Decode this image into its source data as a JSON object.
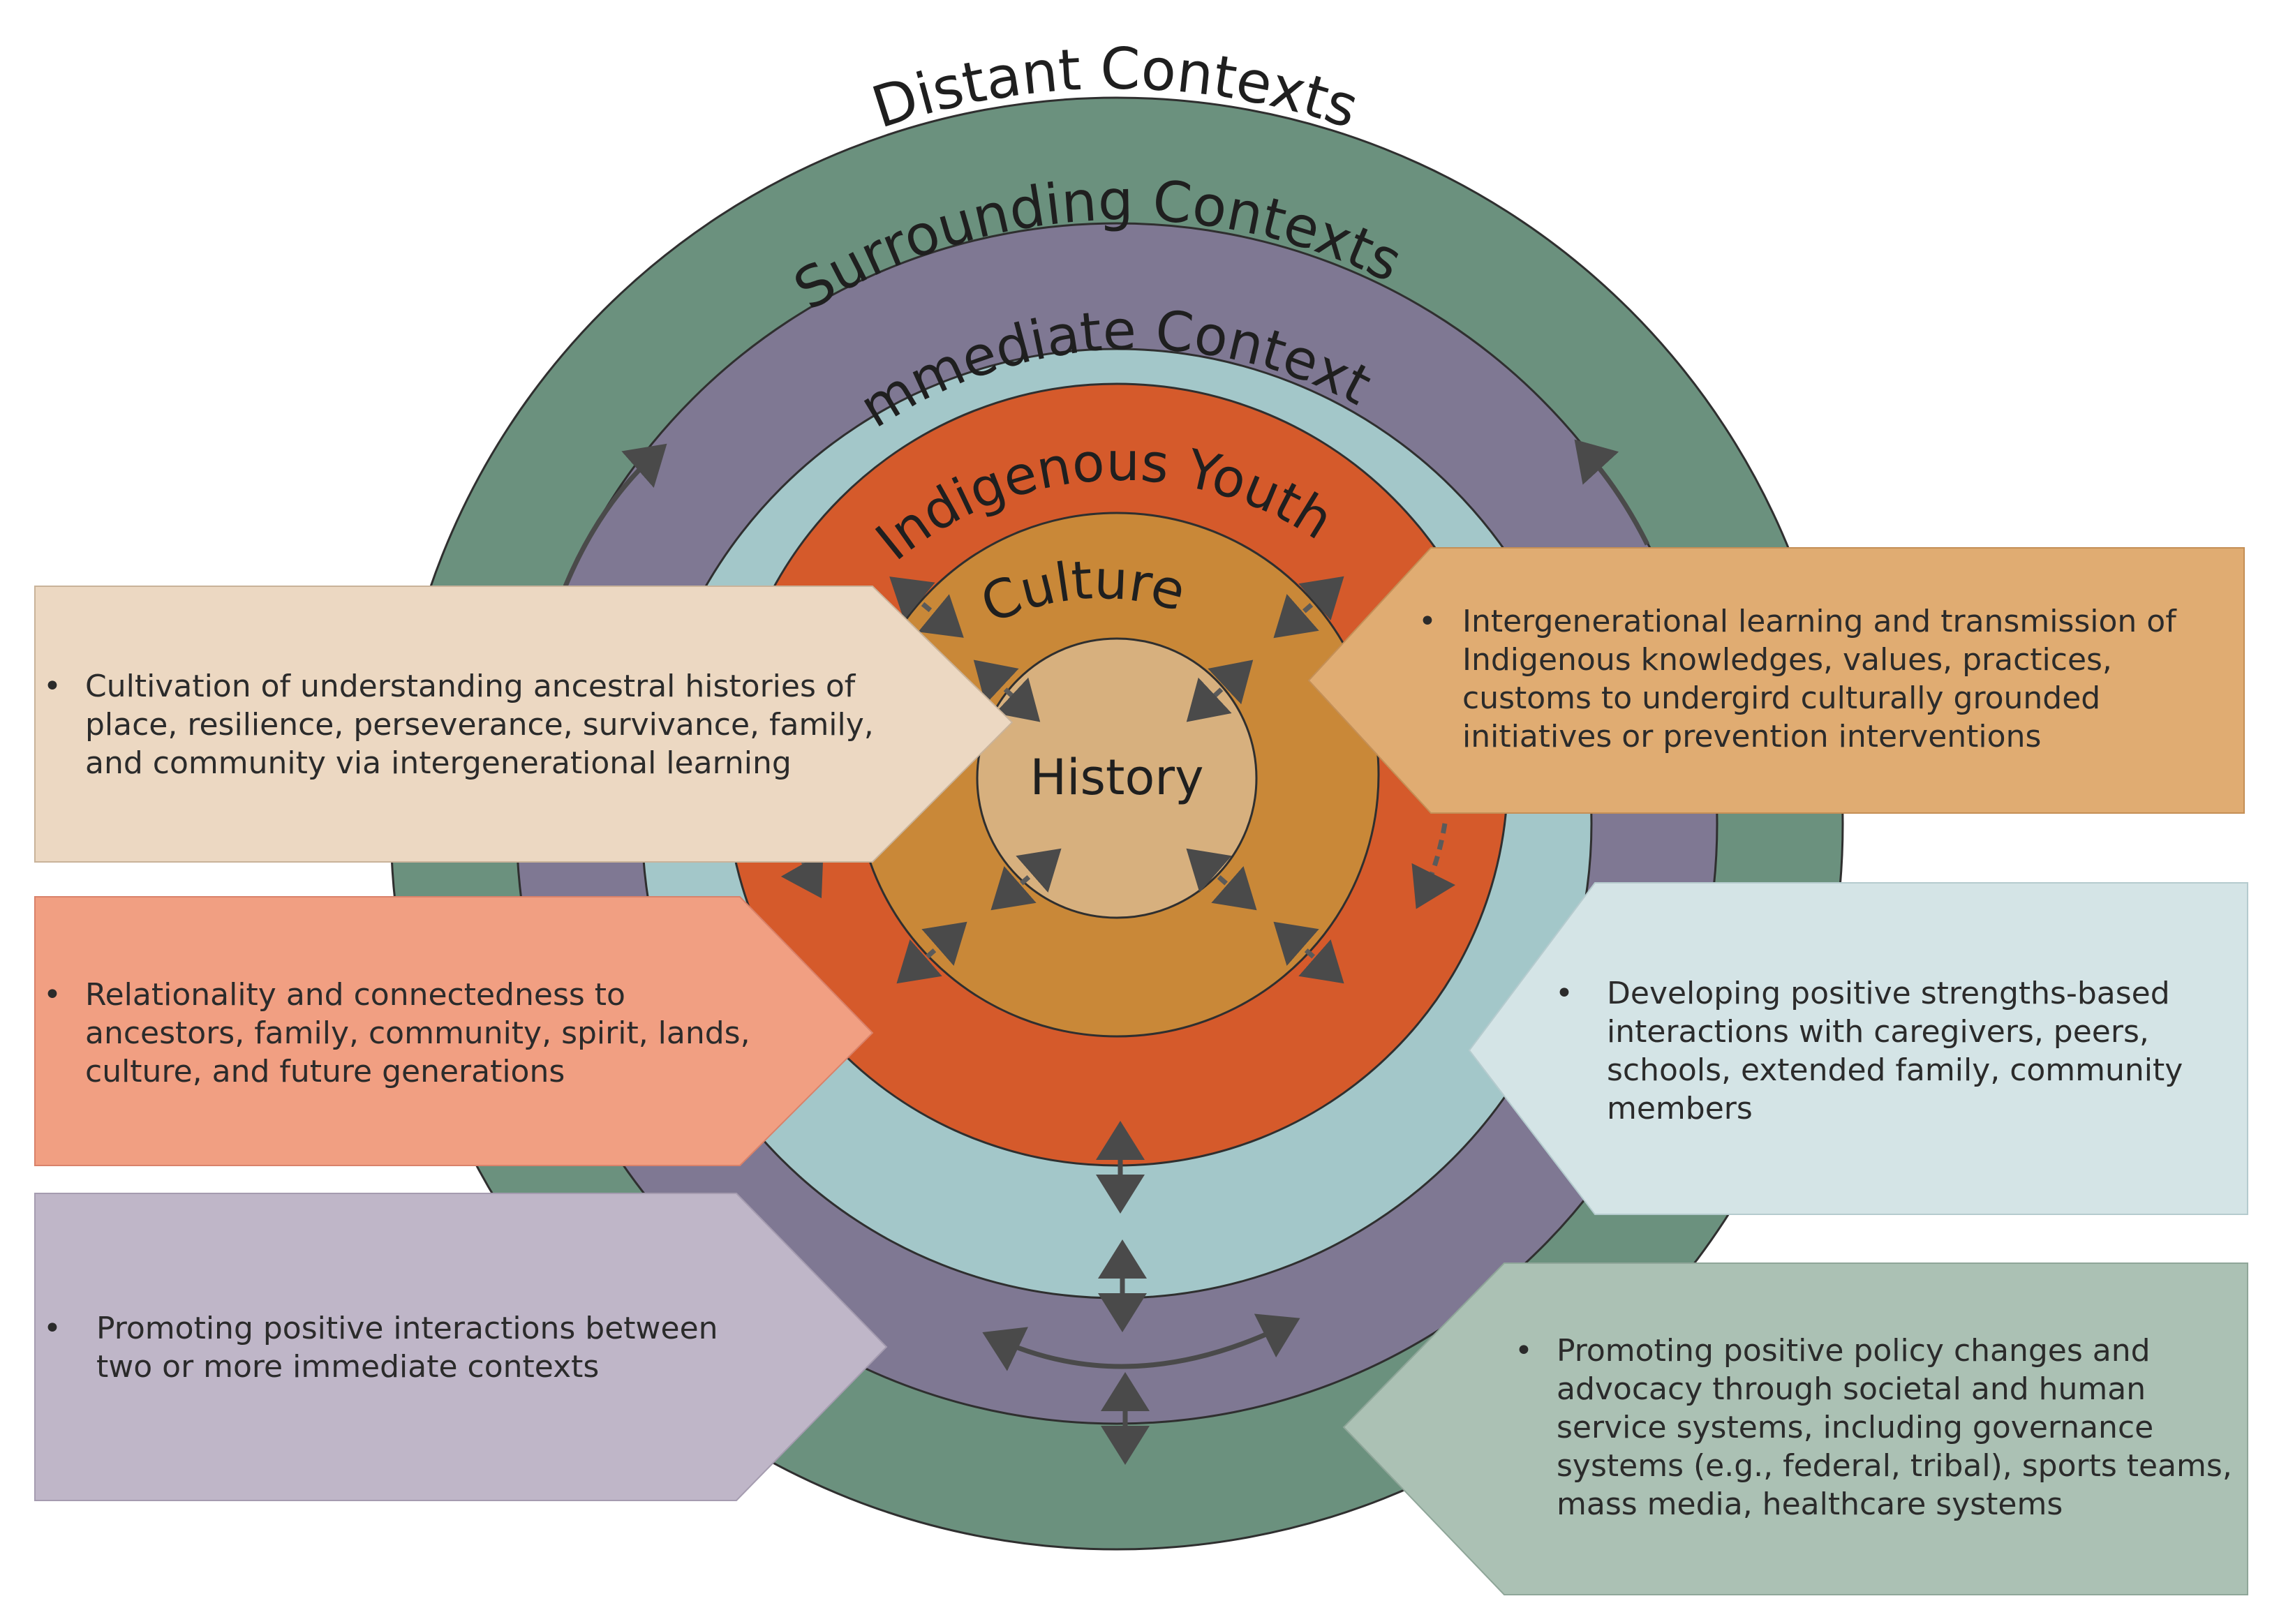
{
  "colors": {
    "distant": "#6b917e",
    "surrounding": "#7f7893",
    "immediate": "#a3c7c9",
    "youth": "#d55a2b",
    "culture": "#c98838",
    "history": "#d7b07e",
    "box_left_top": "#ecd8c2",
    "box_left_mid": "#f19f82",
    "box_left_bottom": "#bfb6c8",
    "box_right_top": "#e0ac72",
    "box_right_mid": "#d4e4e6",
    "box_right_bottom": "#abc1b4"
  },
  "rings": {
    "distant": "Distant Contexts",
    "surrounding": "Surrounding Contexts",
    "immediate": "Immediate Contexts",
    "youth": "Indigenous Youth",
    "culture": "Culture",
    "history": "History"
  },
  "bullet": "•",
  "boxes": {
    "left_top": {
      "lines": [
        "Cultivation of understanding ancestral histories of",
        "place, resilience, perseverance, survivance,  family,",
        "and community via intergenerational learning"
      ]
    },
    "left_mid": {
      "lines": [
        "Relationality and connectedness to",
        "ancestors, family, community, spirit, lands,",
        "culture, and future generations"
      ]
    },
    "left_bottom": {
      "lines": [
        "Promoting positive interactions between",
        "two or more immediate contexts"
      ]
    },
    "right_top": {
      "lines": [
        "Intergenerational learning and transmission of",
        "Indigenous knowledges, values, practices,",
        "customs to undergird culturally grounded",
        "initiatives or prevention interventions"
      ]
    },
    "right_mid": {
      "lines": [
        "Developing positive strengths-based",
        "interactions with caregivers, peers,",
        "schools, extended family, community",
        "members"
      ]
    },
    "right_bottom": {
      "lines": [
        "Promoting positive policy changes and",
        "advocacy through societal and human",
        "service systems, including governance",
        "systems (e.g., federal, tribal), sports teams,",
        "mass media, healthcare systems"
      ]
    }
  }
}
